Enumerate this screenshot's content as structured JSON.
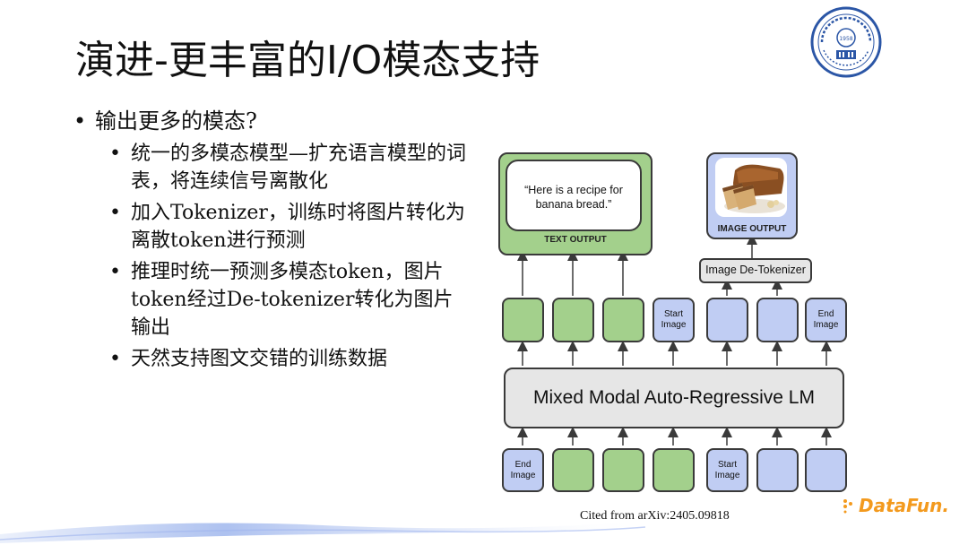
{
  "slide": {
    "title": "演进-更丰富的I/O模态支持",
    "bullets": {
      "main": "输出更多的模态?",
      "sub": [
        "统一的多模态模型—扩充语言模型的词表，将连续信号离散化",
        "加入Tokenizer，训练时将图片转化为离散token进行预测",
        "推理时统一预测多模态token，图片token经过De-tokenizer转化为图片输出",
        "天然支持图文交错的训练数据"
      ]
    },
    "citation": "Cited from arXiv:2405.09818",
    "brand": "DataFun.",
    "logo": {
      "year": "1958"
    }
  },
  "diagram": {
    "text_output": {
      "quote": "“Here is a recipe for banana bread.”",
      "title": "TEXT OUTPUT"
    },
    "image_output": {
      "title": "IMAGE OUTPUT"
    },
    "detokenizer": "Image De-Tokenizer",
    "lm": "Mixed Modal Auto-Regressive LM",
    "top_tokens": [
      {
        "type": "text",
        "label": ""
      },
      {
        "type": "text",
        "label": ""
      },
      {
        "type": "text",
        "label": ""
      },
      {
        "type": "image",
        "label": "Start Image"
      },
      {
        "type": "image",
        "label": ""
      },
      {
        "type": "image",
        "label": ""
      },
      {
        "type": "image",
        "label": "End Image"
      }
    ],
    "bottom_tokens": [
      {
        "type": "image",
        "label": "End Image"
      },
      {
        "type": "text",
        "label": ""
      },
      {
        "type": "text",
        "label": ""
      },
      {
        "type": "text",
        "label": ""
      },
      {
        "type": "image",
        "label": "Start Image"
      },
      {
        "type": "image",
        "label": ""
      },
      {
        "type": "image",
        "label": ""
      }
    ],
    "colors": {
      "text_token": "#a3d08c",
      "image_token": "#c0cdf3",
      "lm": "#e6e6e6",
      "brand": "#f39a1e"
    }
  }
}
